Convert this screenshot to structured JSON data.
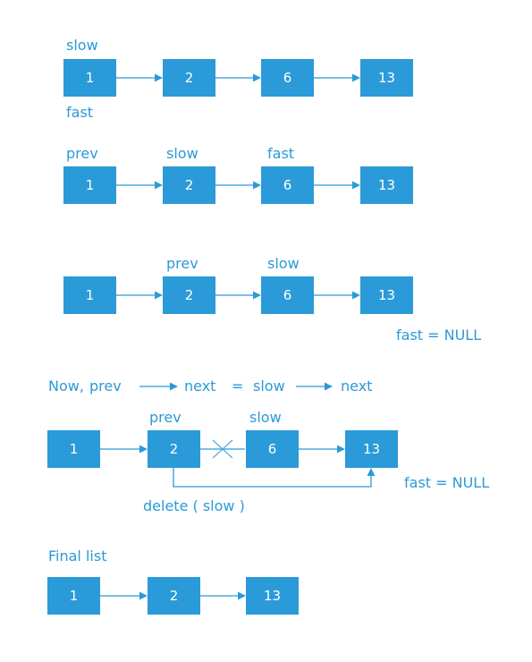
{
  "colors": {
    "node_fill": "#2b9ad8",
    "node_text": "#ffffff",
    "label": "#2b9ad8"
  },
  "row1": {
    "nodes": [
      "1",
      "2",
      "6",
      "13"
    ],
    "labels": {
      "slow": "slow",
      "fast": "fast"
    }
  },
  "row2": {
    "nodes": [
      "1",
      "2",
      "6",
      "13"
    ],
    "labels": {
      "prev": "prev",
      "slow": "slow",
      "fast": "fast"
    }
  },
  "row3": {
    "nodes": [
      "1",
      "2",
      "6",
      "13"
    ],
    "labels": {
      "prev": "prev",
      "slow": "slow",
      "fast_null": "fast = NULL"
    }
  },
  "statement": {
    "now": "Now,",
    "prev": "prev",
    "next1": "next",
    "equals": "=",
    "slow": "slow",
    "next2": "next"
  },
  "row4": {
    "nodes": [
      "1",
      "2",
      "6",
      "13"
    ],
    "labels": {
      "prev": "prev",
      "slow": "slow",
      "fast_null": "fast = NULL",
      "delete": "delete ( slow )"
    }
  },
  "final": {
    "title": "Final  list",
    "nodes": [
      "1",
      "2",
      "13"
    ]
  }
}
